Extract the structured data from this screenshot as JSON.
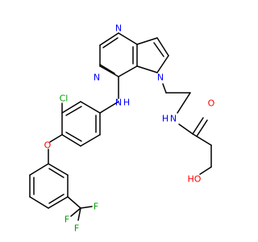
{
  "colors": {
    "bond": "#000000",
    "nitrogen": "#0000ff",
    "oxygen": "#ff0000",
    "chlorine": "#00a000",
    "fluorine": "#00a000",
    "carbon": "#000000",
    "background": "#ffffff"
  },
  "molecule": {
    "atoms": {
      "n_pyrimidine_top": "N",
      "n_pyrimidine_left": "N",
      "n_pyrrole": "N",
      "nh_amine": "N",
      "h_amine": "H",
      "nh_amide": "N",
      "h_amide": "H",
      "o_carbonyl": "O",
      "o_hydroxyl": "HO",
      "cl": "Cl",
      "o_ether": "O",
      "f1": "F",
      "f2": "F",
      "f3": "F"
    }
  }
}
